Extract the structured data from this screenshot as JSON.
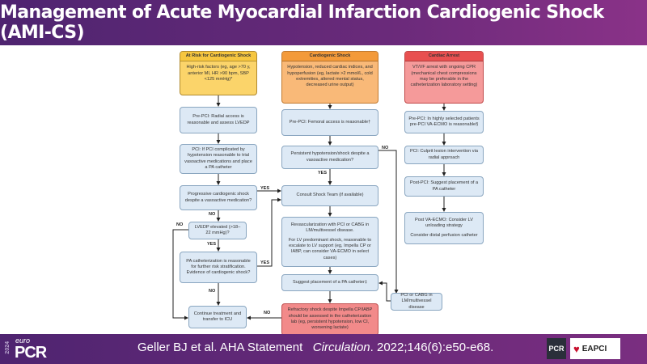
{
  "title": "Management of Acute Myocardial Infarction Cardiogenic Shock (AMI-CS)",
  "colors": {
    "at_risk": "#fbd46a",
    "shock": "#f9b978",
    "arrest": "#f28a8a",
    "node": "#dde9f5",
    "refractory": "#f28a8a",
    "brand": "#5b2a76"
  },
  "columns": {
    "at_risk": {
      "header": "At Risk for Cardiogenic Shock",
      "body": "High-risk factors (eg, age >70 y, anterior MI, HR >90 bpm, SBP <125 mmHg)*"
    },
    "shock": {
      "header": "Cardiogenic Shock",
      "body": "Hypotension, reduced cardiac indices, and hypoperfusion (eg, lactate >2 mmol/L, cold extremities, altered mental status, decreased urine output)"
    },
    "arrest": {
      "header": "Cardiac Arrest",
      "body": "VT/VF arrest with ongoing CPR (mechanical chest compressions may be preferable in the catheterization laboratory setting)"
    }
  },
  "nodes": {
    "c1_prepci": "Pre-PCI: Radial access is reasonable and assess LVEDP",
    "c1_pci": "PCI: If PCI complicated by hypotension reasonable to trial vasoactive medications and place a PA catheter",
    "c1_progressive": "Progressive cardiogenic shock despite a vasoactive medication?",
    "c1_lvedp": "LVEDP elevated (>18–22 mmHg)?",
    "c1_pa": "PA catheterization is reasonable for further risk stratification. Evidence of cardiogenic shock?",
    "c1_continue": "Continue treatment and transfer to ICU",
    "c2_prepci": "Pre-PCI: Femoral access is reasonable†",
    "c2_persistent": "Persistent hypotension/shock despite a vasoactive medication?",
    "c2_consult": "Consult Shock Team (if available)",
    "c2_revasc_1": "Revascularization with PCI or CABG in LM/multivessel disease.",
    "c2_revasc_2": "For LV predominant shock, reasonable to escalate to LV support (eg, Impella CP or IABP, can consider VA-ECMO in select cases)",
    "c2_suggest": "Suggest placement of a PA catheter‡",
    "c2_refractory": "Refractory shock despite Impella CP/IABP should be assessed in the catheterization lab (eg, persistent hypotension, low CI, worsening lactate)",
    "c3_prepci": "Pre-PCI: In highly selected patients pre-PCI VA-ECMO is reasonable§",
    "c3_pci": "PCI: Culprit lesion intervention via radial approach",
    "c3_postpci": "Post-PCI: Suggest placement of a PA catheter",
    "c3_postva_1": "Post VA-ECMO: Consider LV unloading strategy",
    "c3_postva_2": "Consider distal perfusion catheter",
    "c3_pcicabg": "PCI or CABG in LM/multivessel disease"
  },
  "labels": {
    "yes": "YES",
    "no": "NO"
  },
  "footer": {
    "citation_authors": "Geller BJ et al.  AHA Statement",
    "citation_journal": "Circulation",
    "citation_ref": ". 2022;146(6):e50-e68.",
    "logo_year": "2024",
    "logo_euro": "euro",
    "logo_pcr": "PCR",
    "logo_pcr2": "PCR",
    "logo_eapci": "EAPCI"
  }
}
